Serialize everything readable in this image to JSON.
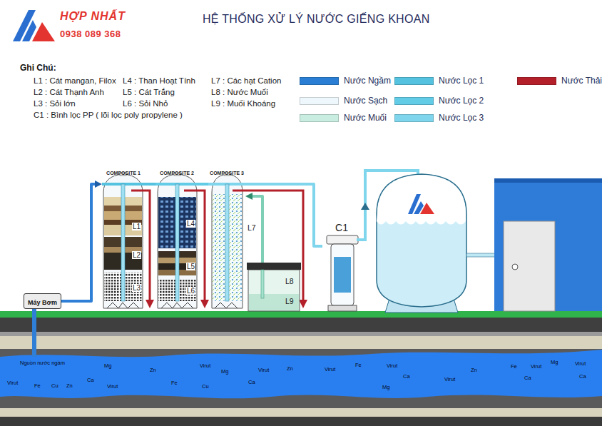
{
  "diagram": {
    "title": "HỆ THỐNG XỬ LÝ NƯỚC GIẾNG KHOAN",
    "nodes": [
      {
        "text": [
          "Máy Bơm"
        ]
      },
      {
        "text": [
          "COMPOSITE 1"
        ]
      },
      {
        "text": [
          "COMPOSITE 2"
        ]
      },
      {
        "text": [
          "COMPOSITE 3"
        ]
      },
      {
        "text": [
          "L8",
          "L9"
        ]
      },
      {
        "text": [
          "C1"
        ]
      }
    ],
    "edges": [
      {
        "from": 0,
        "to": 1,
        "arrow": "to"
      },
      {
        "from": 1,
        "to": 2,
        "arrow": "none"
      },
      {
        "from": 2,
        "to": 3,
        "arrow": "none"
      },
      {
        "from": 3,
        "to": 5,
        "arrow": "none"
      },
      {
        "from": 4,
        "to": 3,
        "arrow": "to"
      }
    ],
    "labels": [
      "HỢP NHẤT",
      "0938 089 368",
      "Ghi Chú:",
      "L1 : Cát mangan, Filox",
      "L4 : Than Hoạt Tính",
      "L7 : Các hạt Cation",
      "L2 : Cát Thạnh Anh",
      "L5 : Cát Trắng",
      "L8 : Nước Muối",
      "L3 : Sỏi lớn",
      "L6 : Sỏi Nhỏ",
      "L9 : Muối Khoáng",
      "C1 : Bình lọc PP ( lõi lọc poly propylene )",
      "L1",
      "L2",
      "L3",
      "L4",
      "L5",
      "L6",
      "L7",
      "Nguồn nước ngầm",
      "Virut",
      "Fe",
      "Cu",
      "Zn",
      "Ca",
      "Mg",
      "Virut",
      "Zn",
      "Fe",
      "Virut",
      "Cu",
      "Mg",
      "Ca",
      "Virut",
      "Zn",
      "Virut",
      "Fe",
      "Virut",
      "Mg",
      "Ca",
      "Virut",
      "Zn",
      "Fe",
      "Virut",
      "Mg",
      "Ca",
      "Virut",
      "Ca"
    ],
    "legend": [
      {
        "text": "Nước Ngầm",
        "color": "#2a7fd4"
      },
      {
        "text": "Nước Lọc 1",
        "color": "#55c3df"
      },
      {
        "text": "Nước Thải",
        "color": "#b3202a"
      },
      {
        "text": "Nước Sạch",
        "color": "#eef8fc"
      },
      {
        "text": "Nước Lọc 2",
        "color": "#62cbe6"
      },
      {
        "text": "Nước Muối",
        "color": "#c9ede0"
      },
      {
        "text": "Nước Lọc 3",
        "color": "#7fd6ec"
      }
    ]
  }
}
